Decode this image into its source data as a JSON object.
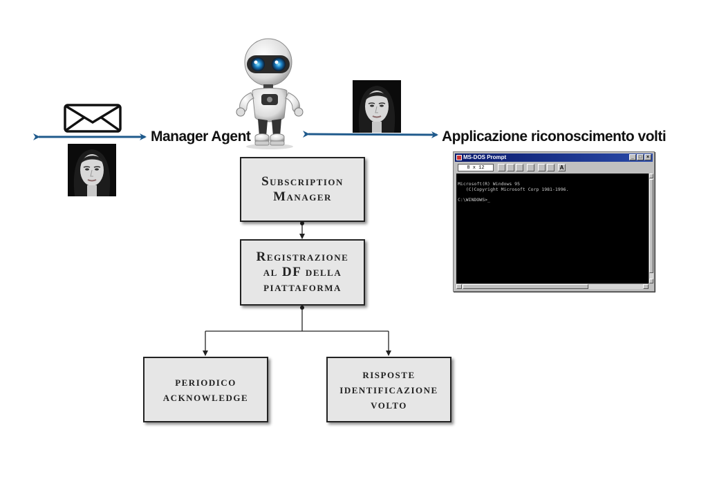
{
  "labels": {
    "manager_agent": "Manager Agent",
    "face_app": "Applicazione riconoscimento volti"
  },
  "boxes": {
    "subscription": "Subscription\nManager",
    "registrazione": "Registrazione\nal DF della\npiattaforma",
    "acknowledge": "periodico\nacknowledge",
    "risposte": "risposte\nidentificazione\nvolto"
  },
  "dos": {
    "title": "MS-DOS Prompt",
    "font_size": "8 x 12",
    "screen_text": "Microsoft(R) Windows 95\n   (C)Copyright Microsoft Corp 1981-1996.\n\nC:\\WINDOWS>_"
  },
  "colors": {
    "arrow": "#1f5a8c",
    "box_fill": "#e6e6e6",
    "dos_titlebar": "#0a1a6c"
  },
  "icons": [
    "envelope-icon",
    "robot-icon",
    "face-photo",
    "dos-window"
  ]
}
